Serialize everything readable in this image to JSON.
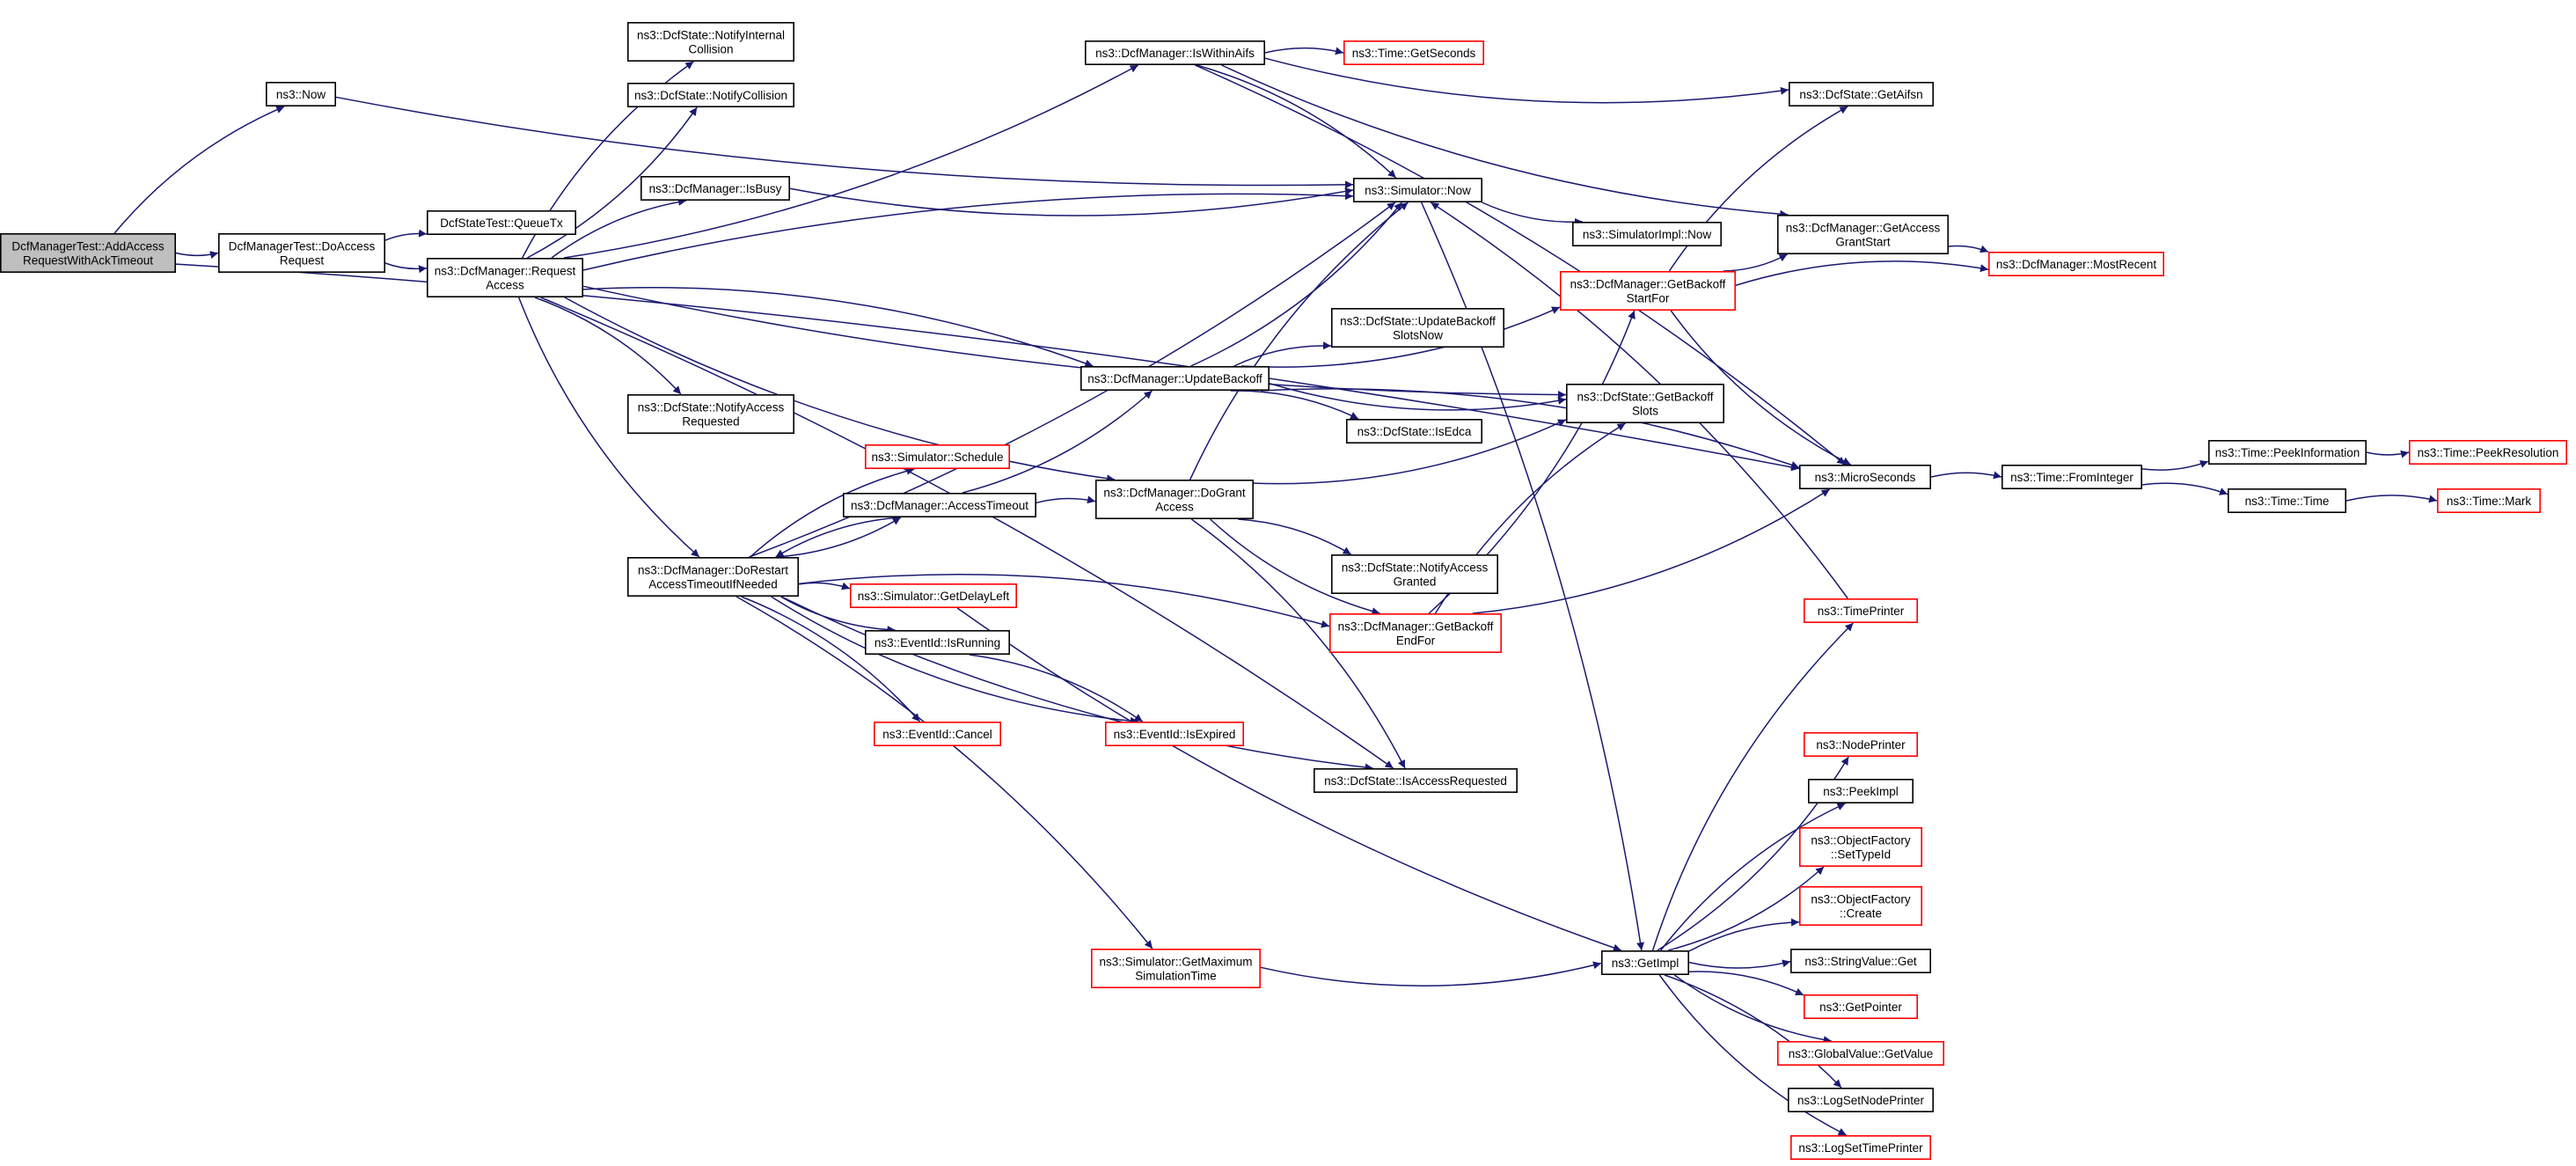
{
  "diagram": {
    "colors": {
      "edge": "#191970",
      "node_border": "#000000",
      "node_border_undocumented": "#ff0000",
      "root_fill": "#bfbfbf",
      "node_fill": "#ffffff"
    },
    "nodes": {
      "root": {
        "lines": [
          "DcfManagerTest::AddAccess",
          "RequestWithAckTimeout"
        ],
        "style": "root"
      },
      "now": {
        "lines": [
          "ns3::Now"
        ],
        "style": "normal"
      },
      "doaccess": {
        "lines": [
          "DcfManagerTest::DoAccess",
          "Request"
        ],
        "style": "normal"
      },
      "queuetx": {
        "lines": [
          "DcfStateTest::QueueTx"
        ],
        "style": "normal"
      },
      "reqaccess": {
        "lines": [
          "ns3::DcfManager::Request",
          "Access"
        ],
        "style": "normal"
      },
      "notifyint": {
        "lines": [
          "ns3::DcfState::NotifyInternal",
          "Collision"
        ],
        "style": "normal"
      },
      "notifycol": {
        "lines": [
          "ns3::DcfState::NotifyCollision"
        ],
        "style": "normal"
      },
      "isbusy": {
        "lines": [
          "ns3::DcfManager::IsBusy"
        ],
        "style": "normal"
      },
      "notifyreq": {
        "lines": [
          "ns3::DcfState::NotifyAccess",
          "Requested"
        ],
        "style": "normal"
      },
      "doRestart": {
        "lines": [
          "ns3::DcfManager::DoRestart",
          "AccessTimeoutIfNeeded"
        ],
        "style": "normal"
      },
      "schedule": {
        "lines": [
          "ns3::Simulator::Schedule"
        ],
        "style": "undocumented"
      },
      "acctimeout": {
        "lines": [
          "ns3::DcfManager::AccessTimeout"
        ],
        "style": "normal"
      },
      "getdelay": {
        "lines": [
          "ns3::Simulator::GetDelayLeft"
        ],
        "style": "undocumented"
      },
      "isrunning": {
        "lines": [
          "ns3::EventId::IsRunning"
        ],
        "style": "normal"
      },
      "cancel": {
        "lines": [
          "ns3::EventId::Cancel"
        ],
        "style": "undocumented"
      },
      "isexpired": {
        "lines": [
          "ns3::EventId::IsExpired"
        ],
        "style": "undocumented"
      },
      "iswithin": {
        "lines": [
          "ns3::DcfManager::IsWithinAifs"
        ],
        "style": "normal"
      },
      "getseconds": {
        "lines": [
          "ns3::Time::GetSeconds"
        ],
        "style": "undocumented"
      },
      "simnow": {
        "lines": [
          "ns3::Simulator::Now"
        ],
        "style": "normal"
      },
      "implnow": {
        "lines": [
          "ns3::SimulatorImpl::Now"
        ],
        "style": "normal"
      },
      "updatebo": {
        "lines": [
          "ns3::DcfManager::UpdateBackoff"
        ],
        "style": "normal"
      },
      "updateboNow": {
        "lines": [
          "ns3::DcfState::UpdateBackoff",
          "SlotsNow"
        ],
        "style": "normal"
      },
      "isedca": {
        "lines": [
          "ns3::DcfState::IsEdca"
        ],
        "style": "normal"
      },
      "dogrant": {
        "lines": [
          "ns3::DcfManager::DoGrant",
          "Access"
        ],
        "style": "normal"
      },
      "notifygrant": {
        "lines": [
          "ns3::DcfState::NotifyAccess",
          "Granted"
        ],
        "style": "normal"
      },
      "getboend": {
        "lines": [
          "ns3::DcfManager::GetBackoff",
          "EndFor"
        ],
        "style": "undocumented"
      },
      "isaccreq": {
        "lines": [
          "ns3::DcfState::IsAccessRequested"
        ],
        "style": "normal"
      },
      "getmax": {
        "lines": [
          "ns3::Simulator::GetMaximum",
          "SimulationTime"
        ],
        "style": "undocumented"
      },
      "getaifsn": {
        "lines": [
          "ns3::DcfState::GetAifsn"
        ],
        "style": "normal"
      },
      "getbostart": {
        "lines": [
          "ns3::DcfManager::GetBackoff",
          "StartFor"
        ],
        "style": "undocumented"
      },
      "getbslots": {
        "lines": [
          "ns3::DcfState::GetBackoff",
          "Slots"
        ],
        "style": "normal"
      },
      "getaccgrant": {
        "lines": [
          "ns3::DcfManager::GetAccess",
          "GrantStart"
        ],
        "style": "normal"
      },
      "mostrecent": {
        "lines": [
          "ns3::DcfManager::MostRecent"
        ],
        "style": "undocumented"
      },
      "micro": {
        "lines": [
          "ns3::MicroSeconds"
        ],
        "style": "normal"
      },
      "timeprinter": {
        "lines": [
          "ns3::TimePrinter"
        ],
        "style": "undocumented"
      },
      "nodeprinter": {
        "lines": [
          "ns3::NodePrinter"
        ],
        "style": "undocumented"
      },
      "peekimpl": {
        "lines": [
          "ns3::PeekImpl"
        ],
        "style": "normal"
      },
      "settypeid": {
        "lines": [
          "ns3::ObjectFactory",
          "::SetTypeId"
        ],
        "style": "undocumented"
      },
      "create": {
        "lines": [
          "ns3::ObjectFactory",
          "::Create"
        ],
        "style": "undocumented"
      },
      "strget": {
        "lines": [
          "ns3::StringValue::Get"
        ],
        "style": "normal"
      },
      "getptr": {
        "lines": [
          "ns3::GetPointer"
        ],
        "style": "undocumented"
      },
      "gvget": {
        "lines": [
          "ns3::GlobalValue::GetValue"
        ],
        "style": "undocumented"
      },
      "lognode": {
        "lines": [
          "ns3::LogSetNodePrinter"
        ],
        "style": "normal"
      },
      "logtime": {
        "lines": [
          "ns3::LogSetTimePrinter"
        ],
        "style": "undocumented"
      },
      "getimpl": {
        "lines": [
          "ns3::GetImpl"
        ],
        "style": "normal"
      },
      "fromint": {
        "lines": [
          "ns3::Time::FromInteger"
        ],
        "style": "normal"
      },
      "peekinfo": {
        "lines": [
          "ns3::Time::PeekInformation"
        ],
        "style": "normal"
      },
      "peekres": {
        "lines": [
          "ns3::Time::PeekResolution"
        ],
        "style": "undocumented"
      },
      "timetime": {
        "lines": [
          "ns3::Time::Time"
        ],
        "style": "normal"
      },
      "timemark": {
        "lines": [
          "ns3::Time::Mark"
        ],
        "style": "undocumented"
      }
    },
    "edges": [
      [
        "root",
        "now"
      ],
      [
        "root",
        "doaccess"
      ],
      [
        "root",
        "micro"
      ],
      [
        "now",
        "simnow"
      ],
      [
        "doaccess",
        "queuetx"
      ],
      [
        "doaccess",
        "reqaccess"
      ],
      [
        "reqaccess",
        "notifyint"
      ],
      [
        "reqaccess",
        "notifycol"
      ],
      [
        "reqaccess",
        "isbusy"
      ],
      [
        "reqaccess",
        "iswithin"
      ],
      [
        "reqaccess",
        "simnow"
      ],
      [
        "reqaccess",
        "getbslots"
      ],
      [
        "reqaccess",
        "updatebo"
      ],
      [
        "reqaccess",
        "dogrant"
      ],
      [
        "reqaccess",
        "notifyreq"
      ],
      [
        "reqaccess",
        "doRestart"
      ],
      [
        "reqaccess",
        "isaccreq"
      ],
      [
        "isbusy",
        "simnow"
      ],
      [
        "iswithin",
        "getseconds"
      ],
      [
        "iswithin",
        "getaifsn"
      ],
      [
        "iswithin",
        "simnow"
      ],
      [
        "iswithin",
        "getaccgrant"
      ],
      [
        "iswithin",
        "micro"
      ],
      [
        "simnow",
        "implnow"
      ],
      [
        "simnow",
        "getimpl"
      ],
      [
        "updatebo",
        "simnow"
      ],
      [
        "updatebo",
        "updateboNow"
      ],
      [
        "updatebo",
        "getbslots"
      ],
      [
        "updatebo",
        "isedca"
      ],
      [
        "updatebo",
        "getbostart"
      ],
      [
        "updatebo",
        "micro"
      ],
      [
        "acctimeout",
        "updatebo"
      ],
      [
        "acctimeout",
        "dogrant"
      ],
      [
        "acctimeout",
        "doRestart"
      ],
      [
        "dogrant",
        "simnow"
      ],
      [
        "dogrant",
        "getbslots"
      ],
      [
        "dogrant",
        "notifygrant"
      ],
      [
        "dogrant",
        "getboend"
      ],
      [
        "dogrant",
        "isaccreq"
      ],
      [
        "doRestart",
        "simnow"
      ],
      [
        "doRestart",
        "schedule"
      ],
      [
        "doRestart",
        "acctimeout"
      ],
      [
        "doRestart",
        "getdelay"
      ],
      [
        "doRestart",
        "isrunning"
      ],
      [
        "doRestart",
        "cancel"
      ],
      [
        "doRestart",
        "isexpired"
      ],
      [
        "doRestart",
        "getboend"
      ],
      [
        "doRestart",
        "isaccreq"
      ],
      [
        "doRestart",
        "getmax"
      ],
      [
        "getdelay",
        "getimpl"
      ],
      [
        "isrunning",
        "isexpired"
      ],
      [
        "getboend",
        "getbostart"
      ],
      [
        "getboend",
        "getbslots"
      ],
      [
        "getboend",
        "micro"
      ],
      [
        "getbostart",
        "getaifsn"
      ],
      [
        "getbostart",
        "getaccgrant"
      ],
      [
        "getbostart",
        "mostrecent"
      ],
      [
        "getbostart",
        "micro"
      ],
      [
        "getaccgrant",
        "mostrecent"
      ],
      [
        "getmax",
        "getimpl"
      ],
      [
        "micro",
        "fromint"
      ],
      [
        "fromint",
        "peekinfo"
      ],
      [
        "fromint",
        "timetime"
      ],
      [
        "peekinfo",
        "peekres"
      ],
      [
        "timetime",
        "timemark"
      ],
      [
        "timeprinter",
        "simnow"
      ],
      [
        "getimpl",
        "timeprinter"
      ],
      [
        "getimpl",
        "nodeprinter"
      ],
      [
        "getimpl",
        "peekimpl"
      ],
      [
        "getimpl",
        "settypeid"
      ],
      [
        "getimpl",
        "create"
      ],
      [
        "getimpl",
        "strget"
      ],
      [
        "getimpl",
        "getptr"
      ],
      [
        "getimpl",
        "gvget"
      ],
      [
        "getimpl",
        "lognode"
      ],
      [
        "getimpl",
        "logtime"
      ]
    ]
  }
}
